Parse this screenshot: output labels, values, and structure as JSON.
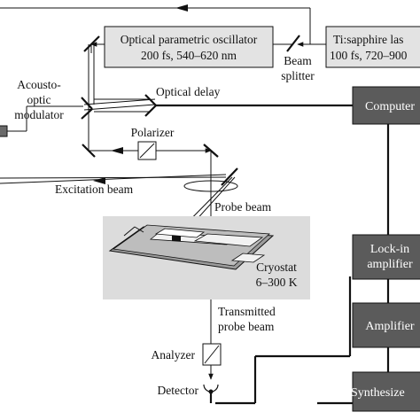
{
  "labels": {
    "opo_line1": "Optical parametric oscillator",
    "opo_line2": "200 fs, 540–620 nm",
    "ti_line1": "Ti:sapphire las",
    "ti_line2": "100 fs, 720–900",
    "beam_splitter_line1": "Beam",
    "beam_splitter_line2": "splitter",
    "aom_line1": "Acousto-",
    "aom_line2": "optic",
    "aom_line3": "modulator",
    "optical_delay": "Optical delay",
    "polarizer": "Polarizer",
    "excitation_beam": "Excitation beam",
    "probe_beam": "Probe beam",
    "cryostat_line1": "Cryostat",
    "cryostat_line2": "6–300 K",
    "transmitted_line1": "Transmitted",
    "transmitted_line2": "probe beam",
    "analyzer": "Analyzer",
    "detector": "Detector",
    "computer": "Computer",
    "lockin_line1": "Lock-in",
    "lockin_line2": "amplifier",
    "amplifier": "Amplifier",
    "synthesizer": "Synthesize"
  },
  "colors": {
    "light_box": "#e3e3e3",
    "dark_box": "#5b5b5b",
    "cryostat_bg": "#dcdcdc",
    "line": "#111111"
  }
}
